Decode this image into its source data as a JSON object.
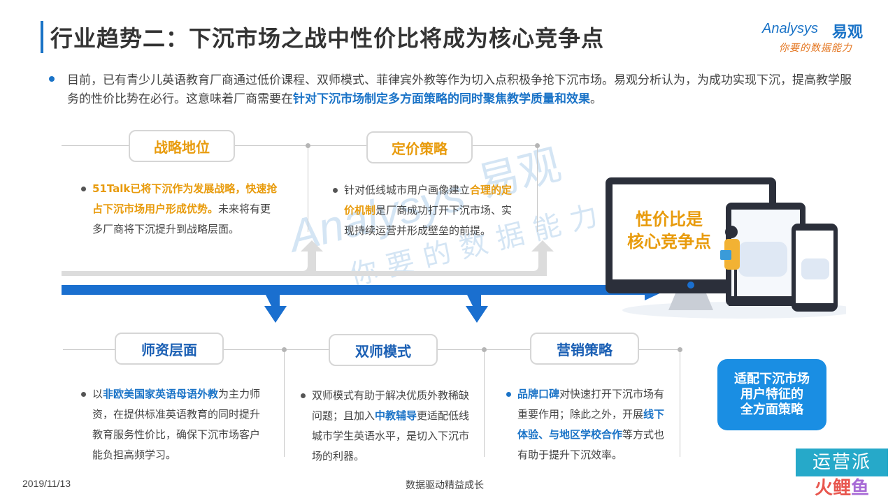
{
  "header": {
    "title": "行业趋势二：下沉市场之战中性价比将成为核心竞争点"
  },
  "logo": {
    "brand_en": "Analysys",
    "brand_zh": "易观",
    "tagline": "你要的数据能力"
  },
  "intro": {
    "part1": "目前，已有青少儿英语教育厂商通过低价课程、双师模式、菲律宾外教等作为切入点积极争抢下沉市场。易观分析认为，为成功实现下沉，提高教学服务的性价比势在必行。这意味着厂商需要在",
    "highlight": "针对下沉市场制定多方面策略的同时聚焦教学质量和效果",
    "part2": "。"
  },
  "top_items": [
    {
      "label": "战略地位",
      "highlight": "51Talk已将下沉作为发展战略，快速抢占下沉市场用户形成优势。",
      "text": "未来将有更多厂商将下沉提升到战略层面。"
    },
    {
      "label": "定价策略",
      "pre": "针对低线城市用户画像建立",
      "highlight": "合理的定价机制",
      "text": "是厂商成功打开下沉市场、实现持续运营并形成壁垒的前提。"
    }
  ],
  "bottom_items": [
    {
      "label": "师资层面",
      "pre": "以",
      "highlight": "非欧美国家英语母语外教",
      "text": "为主力师资，在提供标准英语教育的同时提升教育服务性价比，确保下沉市场客户能负担高频学习。"
    },
    {
      "label": "双师模式",
      "pre": "双师模式有助于解决优质外教稀缺问题；且加入",
      "highlight": "中教辅导",
      "text": "更适配低线城市学生英语水平，是切入下沉市场的利器。"
    },
    {
      "label": "营销策略",
      "highlight": "品牌口碑",
      "mid": "对快速打开下沉市场有重要作用；除此之外，开展",
      "highlight2": "线下体验、与地区学校合作",
      "text": "等方式也有助于提升下沉效率。"
    }
  ],
  "core": {
    "line1": "性价比是",
    "line2": "核心竞争点"
  },
  "strategy_box": {
    "line1": "适配下沉市场",
    "line2": "用户特征的",
    "line3": "全方面策略"
  },
  "footer": {
    "date": "2019/11/13",
    "slogan": "数据驱动精益成长"
  },
  "corner_logo": {
    "top": "运营派",
    "bottom1": "火",
    "bottom2": "鲤",
    "bottom3": "鱼"
  },
  "colors": {
    "accent_blue": "#1a73c7",
    "accent_orange": "#e89b0c",
    "box_blue": "#1a8ee3"
  }
}
